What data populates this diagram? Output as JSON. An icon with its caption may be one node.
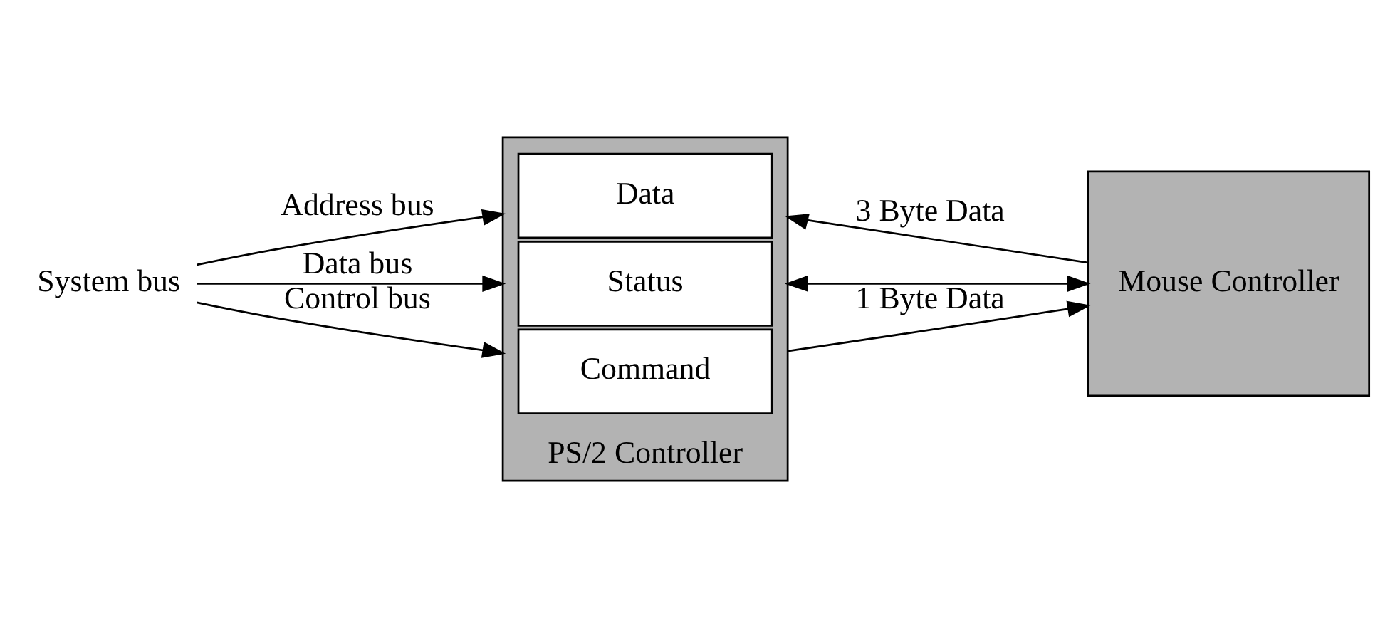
{
  "diagram": {
    "nodes": [
      {
        "text": [
          "PS/2 Controller"
        ]
      },
      {
        "text": [
          "Data"
        ],
        "in": 0
      },
      {
        "text": [
          "Status"
        ],
        "in": 0
      },
      {
        "text": [
          "Command"
        ],
        "in": 0
      },
      {
        "text": [
          "Mouse Controller"
        ]
      },
      {
        "text": [
          "System bus"
        ]
      }
    ],
    "edges": [
      {
        "from": 5,
        "to": 0,
        "arrow": "to",
        "label": "Address bus"
      },
      {
        "from": 5,
        "to": 0,
        "arrow": "to",
        "label": "Data bus"
      },
      {
        "from": 5,
        "to": 0,
        "arrow": "to",
        "label": "Control bus"
      },
      {
        "from": 4,
        "to": 0,
        "arrow": "to",
        "label": "3 Byte Data"
      },
      {
        "from": 0,
        "to": 4,
        "arrow": "both"
      },
      {
        "from": 0,
        "to": 4,
        "arrow": "to",
        "label": "1 Byte Data"
      }
    ]
  }
}
